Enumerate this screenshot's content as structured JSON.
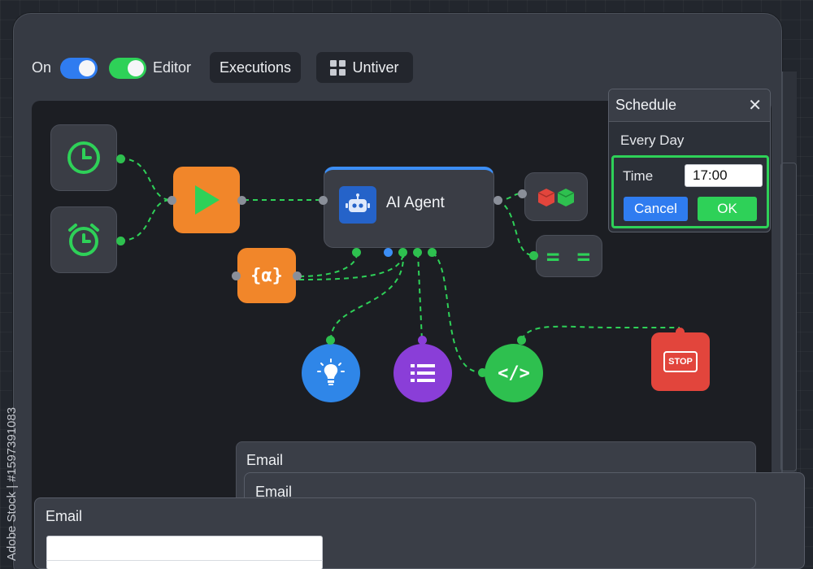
{
  "toolbar": {
    "on_label": "On",
    "editor_label": "Editor",
    "executions_label": "Executions",
    "untiver_label": "Untiver"
  },
  "workflow": {
    "agent_title": "AI Agent",
    "vars_label": "{α}",
    "equals_label": "= =",
    "code_label": "</>",
    "stop_label": "STOP"
  },
  "schedule": {
    "title": "Schedule",
    "close_label": "✕",
    "frequency": "Every Day",
    "time_label": "Time",
    "time_value": "17:00",
    "cancel_label": "Cancel",
    "ok_label": "OK"
  },
  "email_panels": [
    {
      "label": "Email"
    },
    {
      "label": "Email"
    },
    {
      "label": "Email",
      "input_value": ""
    }
  ],
  "watermark": "Adobe Stock | #1597391083",
  "colors": {
    "accent_blue": "#2f7cf0",
    "accent_green": "#2ed158",
    "node_orange": "#f1862a",
    "stop_red": "#e2453c",
    "tool_purple": "#8a3ed8"
  },
  "icons": [
    "clock-icon",
    "alarm-clock-icon",
    "play-icon",
    "robot-icon",
    "cubes-icon",
    "lightbulb-icon",
    "list-icon",
    "code-icon",
    "stop-sign-icon",
    "grid-icon",
    "close-icon"
  ]
}
